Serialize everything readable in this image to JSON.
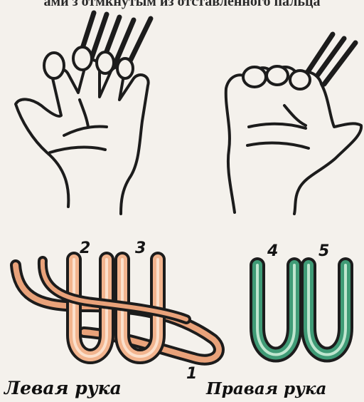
{
  "caption": "ами з отмкнутым из отставленного пальца",
  "strand_numbers": [
    "1",
    "2",
    "3",
    "4",
    "5"
  ],
  "labels": {
    "left_hand": "Левая рука",
    "right_hand": "Правая рука"
  },
  "colors": {
    "outline": "#1c1c1c",
    "left_strand_fill": "#f2b48e",
    "left_strand_light": "#fbe0cc",
    "long_strand": "#e9a27a",
    "right_strand_fill": "#3f9b76",
    "right_strand_light": "#bfe6cf",
    "background": "#f4f1ec"
  }
}
